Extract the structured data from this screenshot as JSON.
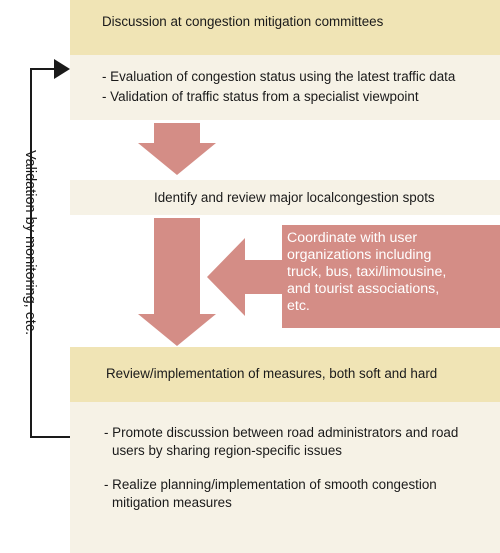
{
  "side_label": "Validation by monitoring, etc.",
  "stage1": {
    "title": "Discussion at congestion mitigation committees",
    "bullets": [
      "- Evaluation of congestion status using the latest traffic data",
      "- Validation of traffic status from a specialist viewpoint"
    ]
  },
  "stage2": {
    "title": "Identify and review major localcongestion spots"
  },
  "coordinate_box": {
    "lines": [
      "Coordinate with user",
      "organizations including",
      "truck, bus, taxi/limousine,",
      "and tourist associations,",
      "etc."
    ]
  },
  "stage3": {
    "title": "Review/implementation of measures, both soft and hard",
    "bullet1": [
      "- Promote discussion between road administrators and road",
      "users by sharing region-specific issues"
    ],
    "bullet2": [
      "- Realize planning/implementation of smooth congestion",
      "mitigation measures"
    ]
  },
  "colors": {
    "header_fill": "#f0e4b5",
    "body_fill": "#f6f2e6",
    "arrow_fill": "#d48d86"
  }
}
